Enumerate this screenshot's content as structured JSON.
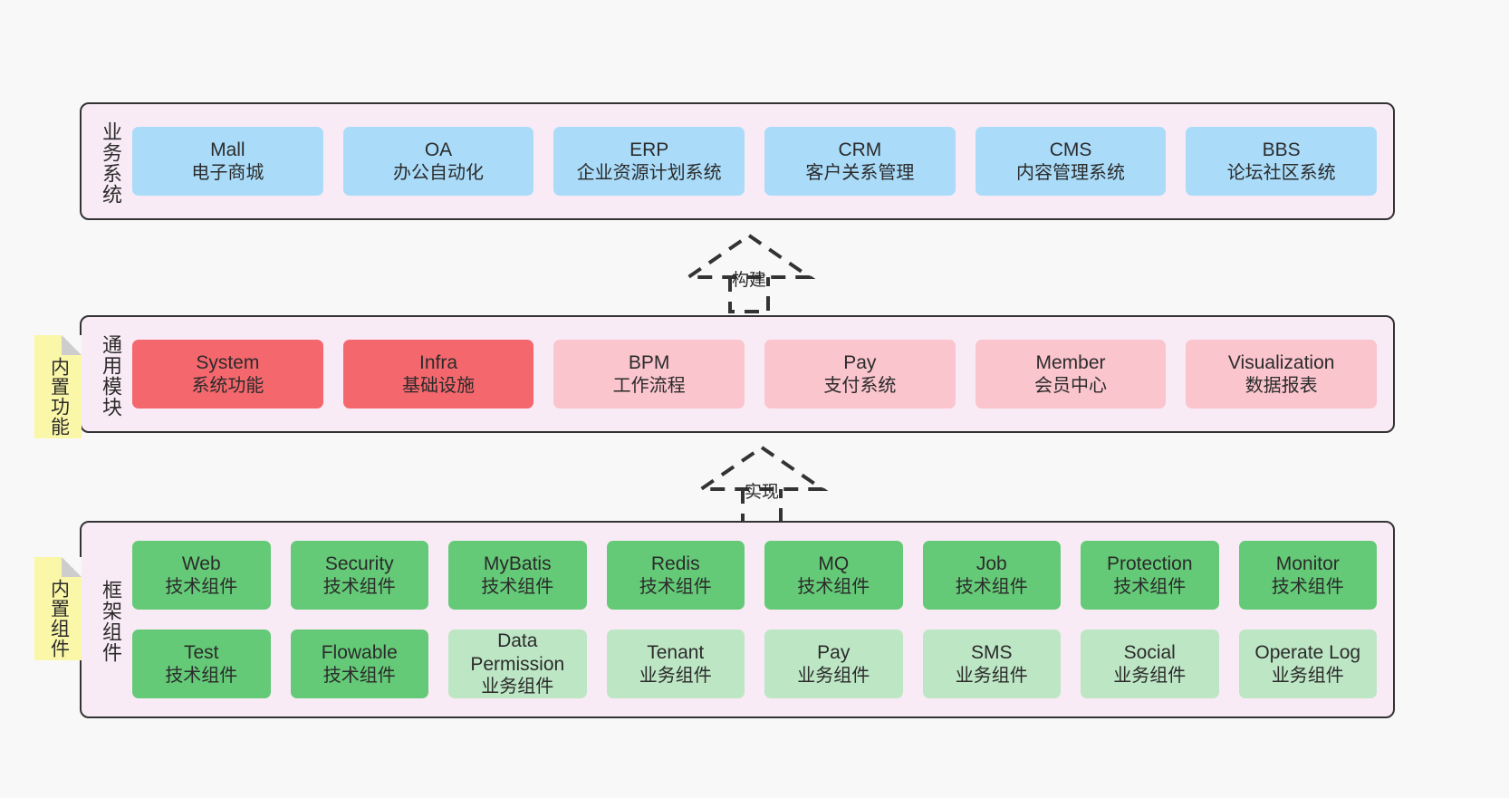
{
  "diagram": {
    "colors": {
      "panel_bg": "#f9ebf5",
      "panel_border": "#333333",
      "business": "#aadcfa",
      "module_core": "#f4676d",
      "module_plain": "#fac5cd",
      "component_tech": "#64ca77",
      "component_biz": "#bde6c5",
      "note": "#fbf7a8",
      "canvas": "#f8f8f8"
    }
  },
  "layers": {
    "business": {
      "title": "业务系统",
      "rows": [
        [
          {
            "en": "Mall",
            "cn": "电子商城",
            "style": "c-blue"
          },
          {
            "en": "OA",
            "cn": "办公自动化",
            "style": "c-blue"
          },
          {
            "en": "ERP",
            "cn": "企业资源计划系统",
            "style": "c-blue"
          },
          {
            "en": "CRM",
            "cn": "客户关系管理",
            "style": "c-blue"
          },
          {
            "en": "CMS",
            "cn": "内容管理系统",
            "style": "c-blue"
          },
          {
            "en": "BBS",
            "cn": "论坛社区系统",
            "style": "c-blue"
          }
        ]
      ]
    },
    "common": {
      "title": "通用模块",
      "rows": [
        [
          {
            "en": "System",
            "cn": "系统功能",
            "style": "c-red"
          },
          {
            "en": "Infra",
            "cn": "基础设施",
            "style": "c-red"
          },
          {
            "en": "BPM",
            "cn": "工作流程",
            "style": "c-pink"
          },
          {
            "en": "Pay",
            "cn": "支付系统",
            "style": "c-pink"
          },
          {
            "en": "Member",
            "cn": "会员中心",
            "style": "c-pink"
          },
          {
            "en": "Visualization",
            "cn": "数据报表",
            "style": "c-pink"
          }
        ]
      ]
    },
    "framework": {
      "title": "框架组件",
      "rows": [
        [
          {
            "en": "Web",
            "cn": "技术组件",
            "style": "c-green"
          },
          {
            "en": "Security",
            "cn": "技术组件",
            "style": "c-green"
          },
          {
            "en": "MyBatis",
            "cn": "技术组件",
            "style": "c-green"
          },
          {
            "en": "Redis",
            "cn": "技术组件",
            "style": "c-green"
          },
          {
            "en": "MQ",
            "cn": "技术组件",
            "style": "c-green"
          },
          {
            "en": "Job",
            "cn": "技术组件",
            "style": "c-green"
          },
          {
            "en": "Protection",
            "cn": "技术组件",
            "style": "c-green"
          },
          {
            "en": "Monitor",
            "cn": "技术组件",
            "style": "c-green"
          }
        ],
        [
          {
            "en": "Test",
            "cn": "技术组件",
            "style": "c-green"
          },
          {
            "en": "Flowable",
            "cn": "技术组件",
            "style": "c-green"
          },
          {
            "en": "Data Permission",
            "cn": "业务组件",
            "style": "c-greenlight"
          },
          {
            "en": "Tenant",
            "cn": "业务组件",
            "style": "c-greenlight"
          },
          {
            "en": "Pay",
            "cn": "业务组件",
            "style": "c-greenlight"
          },
          {
            "en": "SMS",
            "cn": "业务组件",
            "style": "c-greenlight"
          },
          {
            "en": "Social",
            "cn": "业务组件",
            "style": "c-greenlight"
          },
          {
            "en": "Operate Log",
            "cn": "业务组件",
            "style": "c-greenlight"
          }
        ]
      ]
    }
  },
  "notes": [
    {
      "id": "builtin-function",
      "text": "内置功能"
    },
    {
      "id": "builtin-component",
      "text": "内置组件"
    }
  ],
  "arrows": [
    {
      "id": "build",
      "label": "构建"
    },
    {
      "id": "implement",
      "label": "实现"
    }
  ]
}
